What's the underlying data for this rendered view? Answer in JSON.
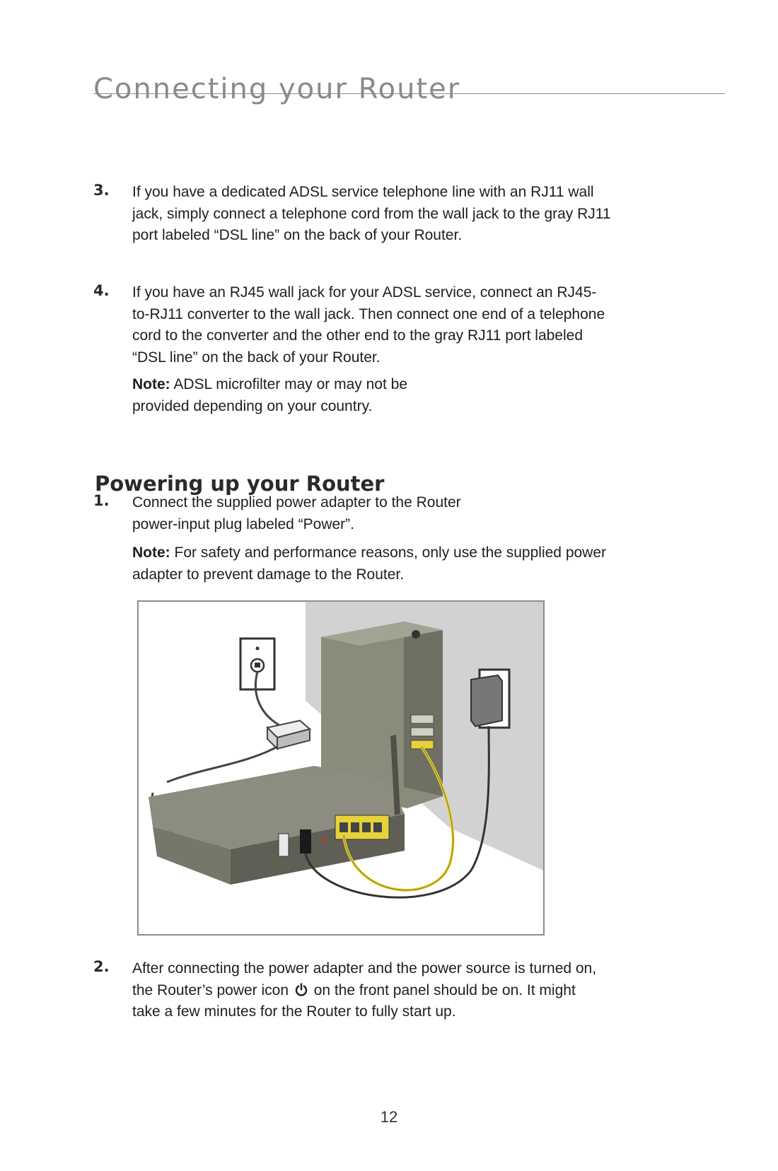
{
  "header": {
    "title": "Connecting your Router"
  },
  "steps_top": [
    {
      "number": "3.",
      "line1": "If you have a dedicated ADSL service telephone line with an RJ11 wall",
      "line2": "jack, simply connect a telephone cord from the wall jack to the gray RJ11",
      "line3": "port labeled “DSL line” on the back of your Router."
    },
    {
      "number": "4.",
      "line1": "If you have an RJ45 wall jack for your ADSL service, connect an RJ45-",
      "line2": "to-RJ11 converter to the wall jack. Then connect one end of a telephone",
      "line3": "cord to the converter and the other end to the gray RJ11 port labeled",
      "line4": "“DSL line” on the back of your Router."
    }
  ],
  "note1": {
    "label": "Note:",
    "line1": " ADSL microfilter may or may not be",
    "line2": "provided depending on your country."
  },
  "section": {
    "heading": "Powering up your Router",
    "step1": {
      "number": "1.",
      "line1": "Connect the supplied power adapter to the Router",
      "line2": "power-input plug labeled “Power”."
    },
    "note2": {
      "label": "Note:",
      "line1": " For safety and performance reasons, only use the supplied power",
      "line2": "adapter to prevent damage to the Router."
    },
    "step2": {
      "number": "2.",
      "line1": "After connecting the power adapter and the power source is turned on,",
      "line2_a": "the Router’s power icon",
      "line2_b": "on the front panel should be on. It might",
      "line3": "take a few minutes for the Router to fully start up."
    }
  },
  "figure": {
    "icon": "router-connection-illustration"
  },
  "footer": {
    "page_number": "12"
  },
  "colors": {
    "title_gray": "#8a8a8a",
    "cable_yellow": "#e6d23a",
    "router_gray": "#7a7a6e",
    "tower_gray": "#8b8b7c"
  }
}
